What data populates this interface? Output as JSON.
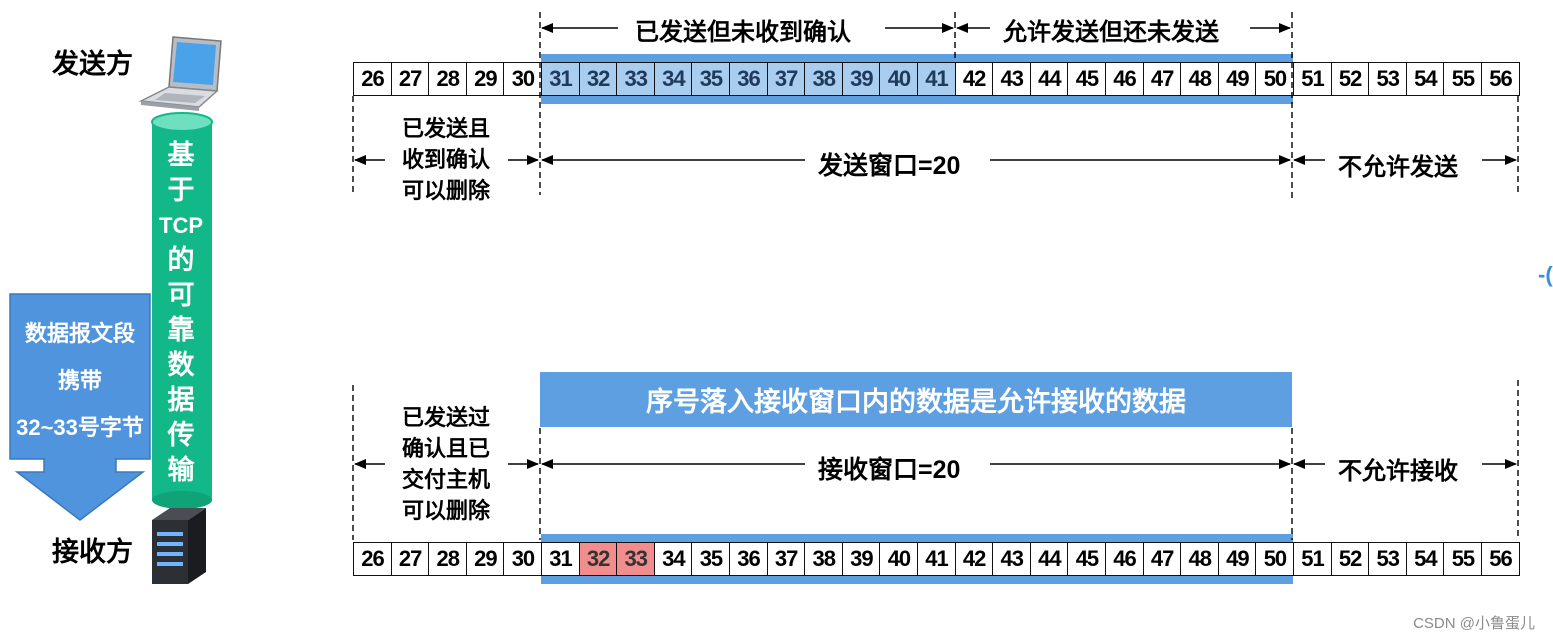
{
  "sender": {
    "label": "发送方",
    "top_labels": {
      "sent_unacked": "已发送但未收到确认",
      "allowed_not_sent": "允许发送但还未发送"
    },
    "left_label": [
      "已发送且",
      "收到确认",
      "可以删除"
    ],
    "window_label": "发送窗口=20",
    "right_label": "不允许发送",
    "cells": [
      26,
      27,
      28,
      29,
      30,
      31,
      32,
      33,
      34,
      35,
      36,
      37,
      38,
      39,
      40,
      41,
      42,
      43,
      44,
      45,
      46,
      47,
      48,
      49,
      50,
      51,
      52,
      53,
      54,
      55,
      56
    ],
    "sent_unacked": [
      31,
      32,
      33,
      34,
      35,
      36,
      37,
      38,
      39,
      40,
      41
    ]
  },
  "receiver": {
    "label": "接收方",
    "banner": "序号落入接收窗口内的数据是允许接收的数据",
    "left_label": [
      "已发送过",
      "确认且已",
      "交付主机",
      "可以删除"
    ],
    "window_label": "接收窗口=20",
    "right_label": "不允许接收",
    "cells": [
      26,
      27,
      28,
      29,
      30,
      31,
      32,
      33,
      34,
      35,
      36,
      37,
      38,
      39,
      40,
      41,
      42,
      43,
      44,
      45,
      46,
      47,
      48,
      49,
      50,
      51,
      52,
      53,
      54,
      55,
      56
    ],
    "highlighted": [
      32,
      33
    ]
  },
  "pipe": {
    "chars": [
      "基",
      "于",
      "TCP",
      "的",
      "可",
      "靠",
      "数",
      "据",
      "传",
      "输"
    ]
  },
  "segment": {
    "lines": [
      "数据报文段",
      "携带",
      "32~33号字节"
    ]
  },
  "watermark": "CSDN @小鲁蛋儿",
  "colors": {
    "window_blue": "#5d9fe0",
    "sent_fill": "#a9cdee",
    "highlight_red": "#f28d8d",
    "pipe_green": "#12b888",
    "arrow_blue": "#4f94dc"
  },
  "icons": {
    "sender": "laptop-icon",
    "receiver": "server-icon"
  }
}
